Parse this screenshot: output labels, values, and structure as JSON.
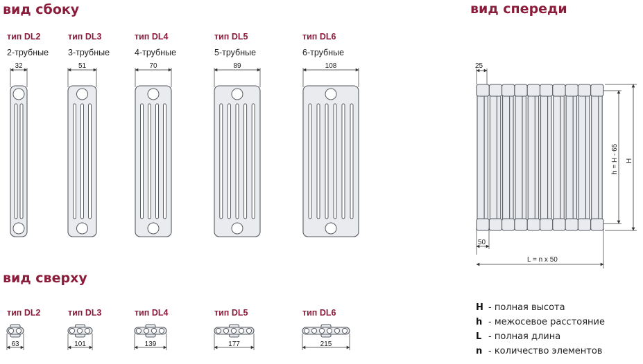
{
  "headings": {
    "side": "вид сбоку",
    "front": "вид спереди",
    "top": "вид сверху"
  },
  "side_types": [
    {
      "type": "тип DL2",
      "pipes": "2-трубные",
      "width": "32",
      "tubes": 2
    },
    {
      "type": "тип DL3",
      "pipes": "3-трубные",
      "width": "51",
      "tubes": 3
    },
    {
      "type": "тип DL4",
      "pipes": "4-трубные",
      "width": "70",
      "tubes": 4
    },
    {
      "type": "тип DL5",
      "pipes": "5-трубные",
      "width": "89",
      "tubes": 5
    },
    {
      "type": "тип DL6",
      "pipes": "6-трубные",
      "width": "108",
      "tubes": 6
    }
  ],
  "top_types": [
    {
      "type": "тип DL2",
      "depth": "63",
      "tubes": 2
    },
    {
      "type": "тип DL3",
      "depth": "101",
      "tubes": 3
    },
    {
      "type": "тип DL4",
      "depth": "139",
      "tubes": 4
    },
    {
      "type": "тип DL5",
      "depth": "177",
      "tubes": 5
    },
    {
      "type": "тип DL6",
      "depth": "215",
      "tubes": 6
    }
  ],
  "front": {
    "tube_dim": "25",
    "section_dim": "50",
    "length_dim": "L = n x 50",
    "center_dim": "h = H - 65",
    "height_dim": "H",
    "sections": 10
  },
  "legend": [
    {
      "key": "H",
      "text": "- полная высота"
    },
    {
      "key": "h",
      "text": "- межосевое расстояние"
    },
    {
      "key": "L",
      "text": "- полная длина"
    },
    {
      "key": "n",
      "text": "- количество элементов"
    }
  ]
}
